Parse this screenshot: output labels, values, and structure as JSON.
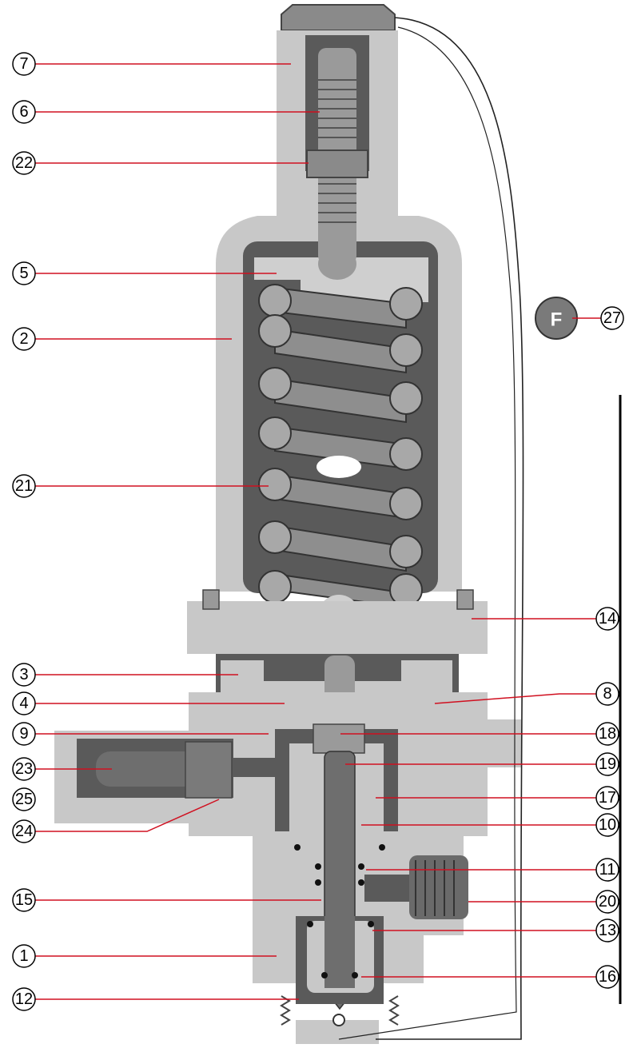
{
  "diagram": {
    "callouts_left": [
      {
        "id": "c7",
        "label": "7"
      },
      {
        "id": "c6",
        "label": "6"
      },
      {
        "id": "c22",
        "label": "22"
      },
      {
        "id": "c5",
        "label": "5"
      },
      {
        "id": "c2",
        "label": "2"
      },
      {
        "id": "c21",
        "label": "21"
      },
      {
        "id": "c3",
        "label": "3"
      },
      {
        "id": "c4",
        "label": "4"
      },
      {
        "id": "c9",
        "label": "9"
      },
      {
        "id": "c23",
        "label": "23"
      },
      {
        "id": "c25",
        "label": "25"
      },
      {
        "id": "c24",
        "label": "24"
      },
      {
        "id": "c15",
        "label": "15"
      },
      {
        "id": "c1",
        "label": "1"
      },
      {
        "id": "c12",
        "label": "12"
      }
    ],
    "callouts_right": [
      {
        "id": "c27",
        "label": "27"
      },
      {
        "id": "c14",
        "label": "14"
      },
      {
        "id": "c8",
        "label": "8"
      },
      {
        "id": "c18",
        "label": "18"
      },
      {
        "id": "c19",
        "label": "19"
      },
      {
        "id": "c17",
        "label": "17"
      },
      {
        "id": "c10",
        "label": "10"
      },
      {
        "id": "c11",
        "label": "11"
      },
      {
        "id": "c20",
        "label": "20"
      },
      {
        "id": "c13",
        "label": "13"
      },
      {
        "id": "c16",
        "label": "16"
      }
    ],
    "gauge_letter": "F",
    "colors": {
      "body": "#c8c8c8",
      "dark": "#5a5a5a",
      "spring": "#9a9a9a",
      "leader": "#d01020"
    }
  }
}
